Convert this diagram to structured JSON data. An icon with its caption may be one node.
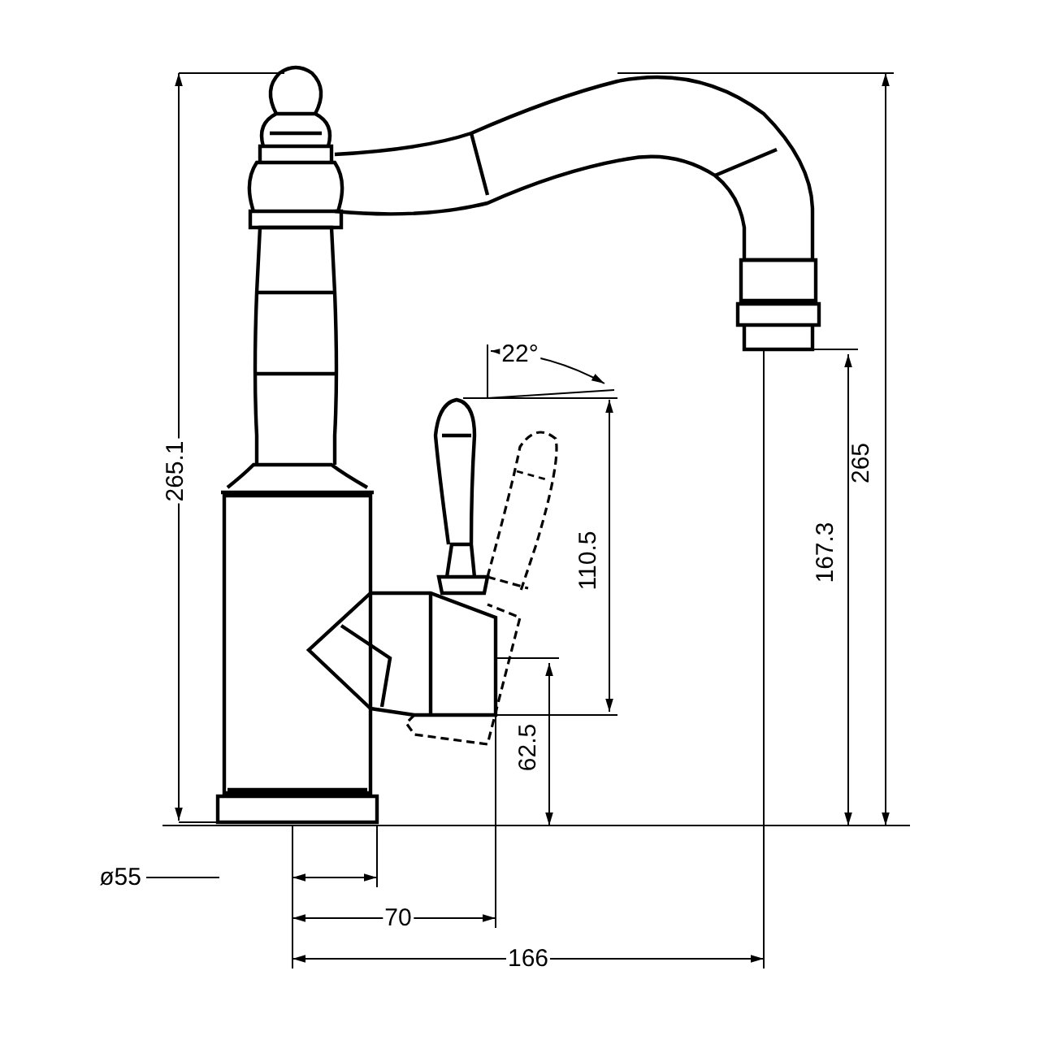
{
  "diagram": {
    "labels": [
      "22°",
      "265.1",
      "110.5",
      "167.3",
      "265",
      "62.5",
      "ø55",
      "70",
      "166"
    ]
  }
}
